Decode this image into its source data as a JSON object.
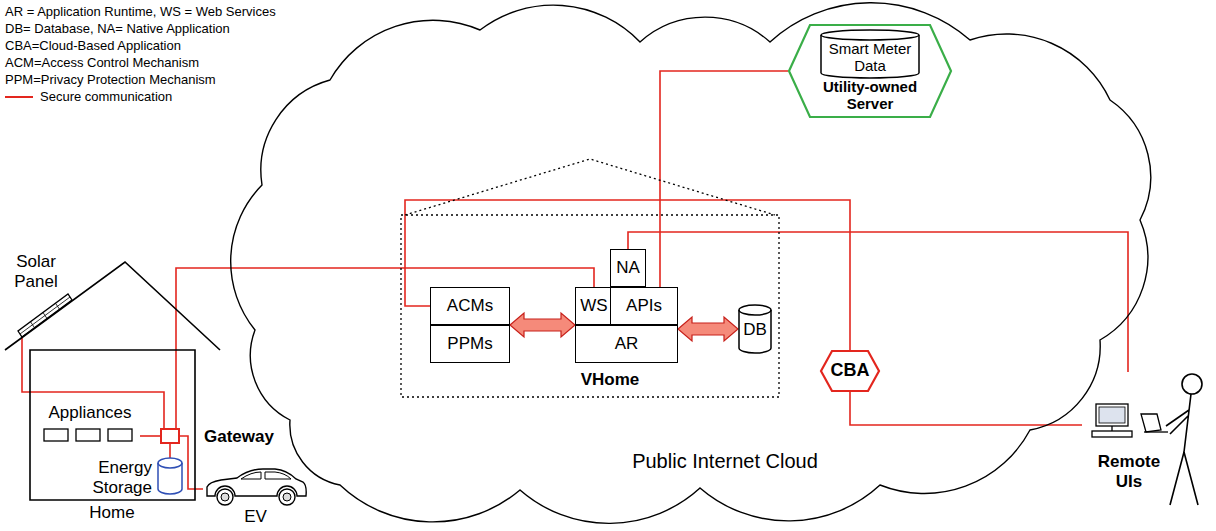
{
  "diagram": {
    "nodes": [
      {
        "text": [
          "Home"
        ]
      },
      {
        "text": [
          "Solar Panel"
        ]
      },
      {
        "text": [
          "Appliances"
        ],
        "in": 0
      },
      {
        "text": [
          "Gateway"
        ],
        "in": 0
      },
      {
        "text": [
          "Energy Storage"
        ],
        "in": 0
      },
      {
        "text": [
          "EV"
        ]
      },
      {
        "text": [
          "Public Internet Cloud"
        ]
      },
      {
        "text": [
          "Utility-owned Server"
        ],
        "in": 6
      },
      {
        "text": [
          "Smart Meter Data"
        ],
        "in": 7
      },
      {
        "text": [
          "VHome"
        ],
        "in": 6
      },
      {
        "text": [
          "ACMs"
        ],
        "in": 9
      },
      {
        "text": [
          "PPMs"
        ],
        "in": 9
      },
      {
        "text": [
          "NA"
        ],
        "in": 9
      },
      {
        "text": [
          "WS"
        ],
        "in": 9
      },
      {
        "text": [
          "APIs"
        ],
        "in": 9
      },
      {
        "text": [
          "AR"
        ],
        "in": 9
      },
      {
        "text": [
          "DB"
        ],
        "in": 9
      },
      {
        "text": [
          "CBA"
        ],
        "in": 6
      },
      {
        "text": [
          "Remote UIs"
        ]
      }
    ],
    "edges": [
      {
        "from": 1,
        "to": 3,
        "arrow": "none"
      },
      {
        "from": 3,
        "to": 2,
        "arrow": "none"
      },
      {
        "from": 3,
        "to": 4,
        "arrow": "none"
      },
      {
        "from": 3,
        "to": 5,
        "arrow": "none"
      },
      {
        "from": 3,
        "to": 13,
        "arrow": "none"
      },
      {
        "from": 11,
        "to": 15,
        "arrow": "both"
      },
      {
        "from": 15,
        "to": 16,
        "arrow": "both"
      },
      {
        "from": 14,
        "to": 7,
        "arrow": "none"
      },
      {
        "from": 12,
        "to": 18,
        "arrow": "none"
      },
      {
        "from": 10,
        "to": 17,
        "arrow": "none"
      },
      {
        "from": 17,
        "to": 18,
        "arrow": "none"
      }
    ],
    "labels": [
      "AR = Application Runtime, WS = Web Services",
      "DB= Database, NA= Native Application",
      "CBA=Cloud-Based Application",
      "ACM=Access Control Mechanism",
      "PPM=Privacy Protection Mechanism"
    ],
    "legend": [
      {
        "text": "Secure communication"
      }
    ]
  }
}
